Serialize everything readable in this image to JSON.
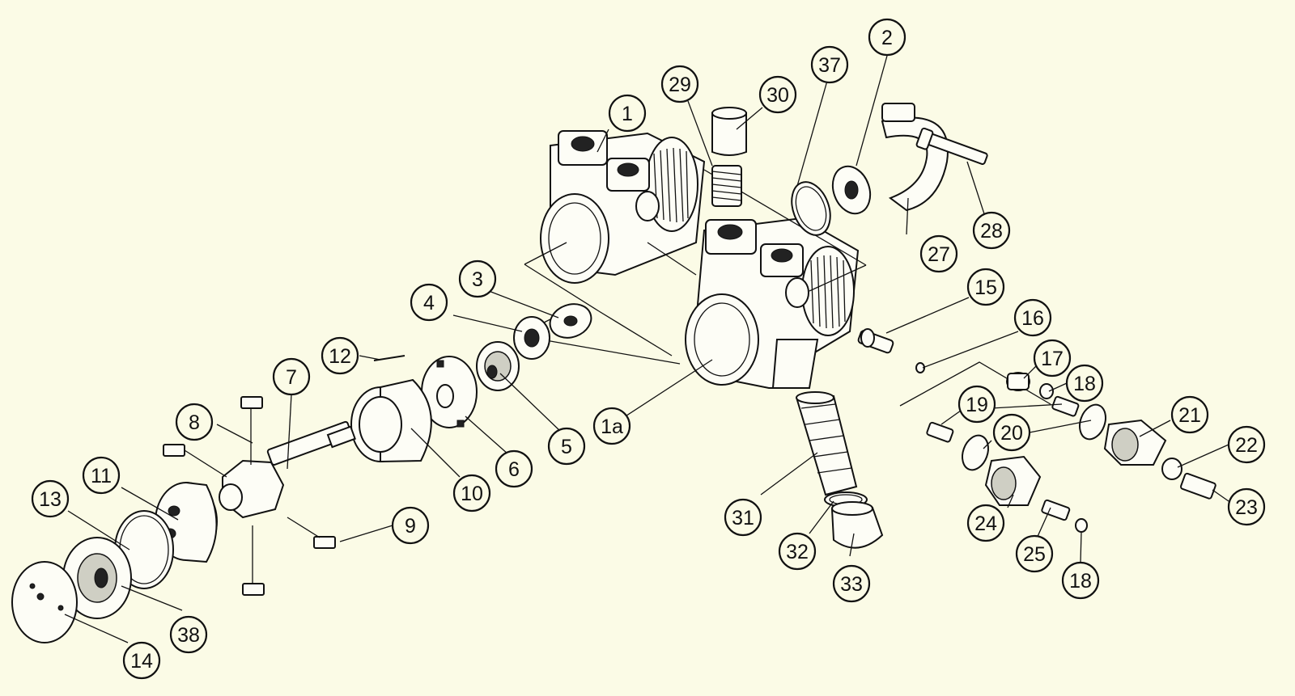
{
  "callouts": [
    {
      "id": "c1",
      "label": "1"
    },
    {
      "id": "c1a",
      "label": "1a"
    },
    {
      "id": "c2",
      "label": "2"
    },
    {
      "id": "c3",
      "label": "3"
    },
    {
      "id": "c4",
      "label": "4"
    },
    {
      "id": "c5",
      "label": "5"
    },
    {
      "id": "c6",
      "label": "6"
    },
    {
      "id": "c7",
      "label": "7"
    },
    {
      "id": "c8",
      "label": "8"
    },
    {
      "id": "c9",
      "label": "9"
    },
    {
      "id": "c10",
      "label": "10"
    },
    {
      "id": "c11",
      "label": "11"
    },
    {
      "id": "c12",
      "label": "12"
    },
    {
      "id": "c13",
      "label": "13"
    },
    {
      "id": "c14",
      "label": "14"
    },
    {
      "id": "c15",
      "label": "15"
    },
    {
      "id": "c16",
      "label": "16"
    },
    {
      "id": "c17",
      "label": "17"
    },
    {
      "id": "c18a",
      "label": "18"
    },
    {
      "id": "c18b",
      "label": "18"
    },
    {
      "id": "c19",
      "label": "19"
    },
    {
      "id": "c20",
      "label": "20"
    },
    {
      "id": "c21",
      "label": "21"
    },
    {
      "id": "c22",
      "label": "22"
    },
    {
      "id": "c23",
      "label": "23"
    },
    {
      "id": "c24",
      "label": "24"
    },
    {
      "id": "c25",
      "label": "25"
    },
    {
      "id": "c27",
      "label": "27"
    },
    {
      "id": "c28",
      "label": "28"
    },
    {
      "id": "c29",
      "label": "29"
    },
    {
      "id": "c30",
      "label": "30"
    },
    {
      "id": "c31",
      "label": "31"
    },
    {
      "id": "c32",
      "label": "32"
    },
    {
      "id": "c33",
      "label": "33"
    },
    {
      "id": "c37",
      "label": "37"
    },
    {
      "id": "c38",
      "label": "38"
    }
  ],
  "colors": {
    "background": "#fbfbe6",
    "ink": "#111111"
  }
}
